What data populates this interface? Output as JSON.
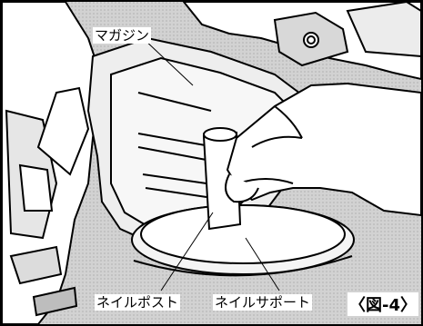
{
  "labels": {
    "magazine": "マガジン",
    "nail_post": "ネイルポスト",
    "nail_support": "ネイルサポート"
  },
  "figure_label": "〈図-4〉",
  "colors": {
    "line": "#000000",
    "shade": "#cccccc",
    "shade_light": "#e4e4e4",
    "paper": "#ffffff"
  }
}
